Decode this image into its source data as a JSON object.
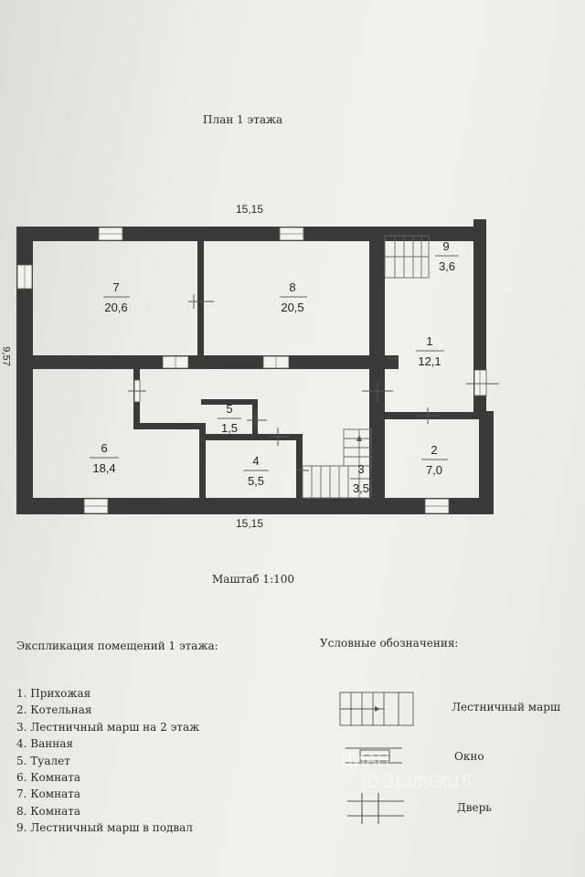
{
  "title": "План 1 этажа",
  "dimensions": {
    "top": "15,15",
    "bottom": "15,15",
    "left": "9,57"
  },
  "scale": "Маштаб 1:100",
  "rooms": [
    {
      "num": "1",
      "area": "12,1"
    },
    {
      "num": "2",
      "area": "7,0"
    },
    {
      "num": "3",
      "area": "3,5"
    },
    {
      "num": "4",
      "area": "5,5"
    },
    {
      "num": "5",
      "area": "1,5"
    },
    {
      "num": "6",
      "area": "18,4"
    },
    {
      "num": "7",
      "area": "20,6"
    },
    {
      "num": "8",
      "area": "20,5"
    },
    {
      "num": "9",
      "area": "3,6"
    }
  ],
  "explication": {
    "title": "Экспликация помещений 1 этажа:",
    "items": [
      "1. Прихожая",
      "2. Котельная",
      "3. Лестничный марш на 2 этаж",
      "4. Ванная",
      "5. Туалет",
      "6. Комната",
      "7. Комната",
      "8. Комната",
      "9. Лестничный марш в подвал"
    ]
  },
  "legend": {
    "title": "Условные обозначения:",
    "stairs": "Лестничный марш",
    "window": "Окно",
    "door": "Дверь"
  },
  "watermark": {
    "text": "ЦИАН",
    "id": "ID 313893015"
  },
  "colors": {
    "wall": "#3a3a3a",
    "paper": "#ececea",
    "ink": "#2a2a2a"
  }
}
